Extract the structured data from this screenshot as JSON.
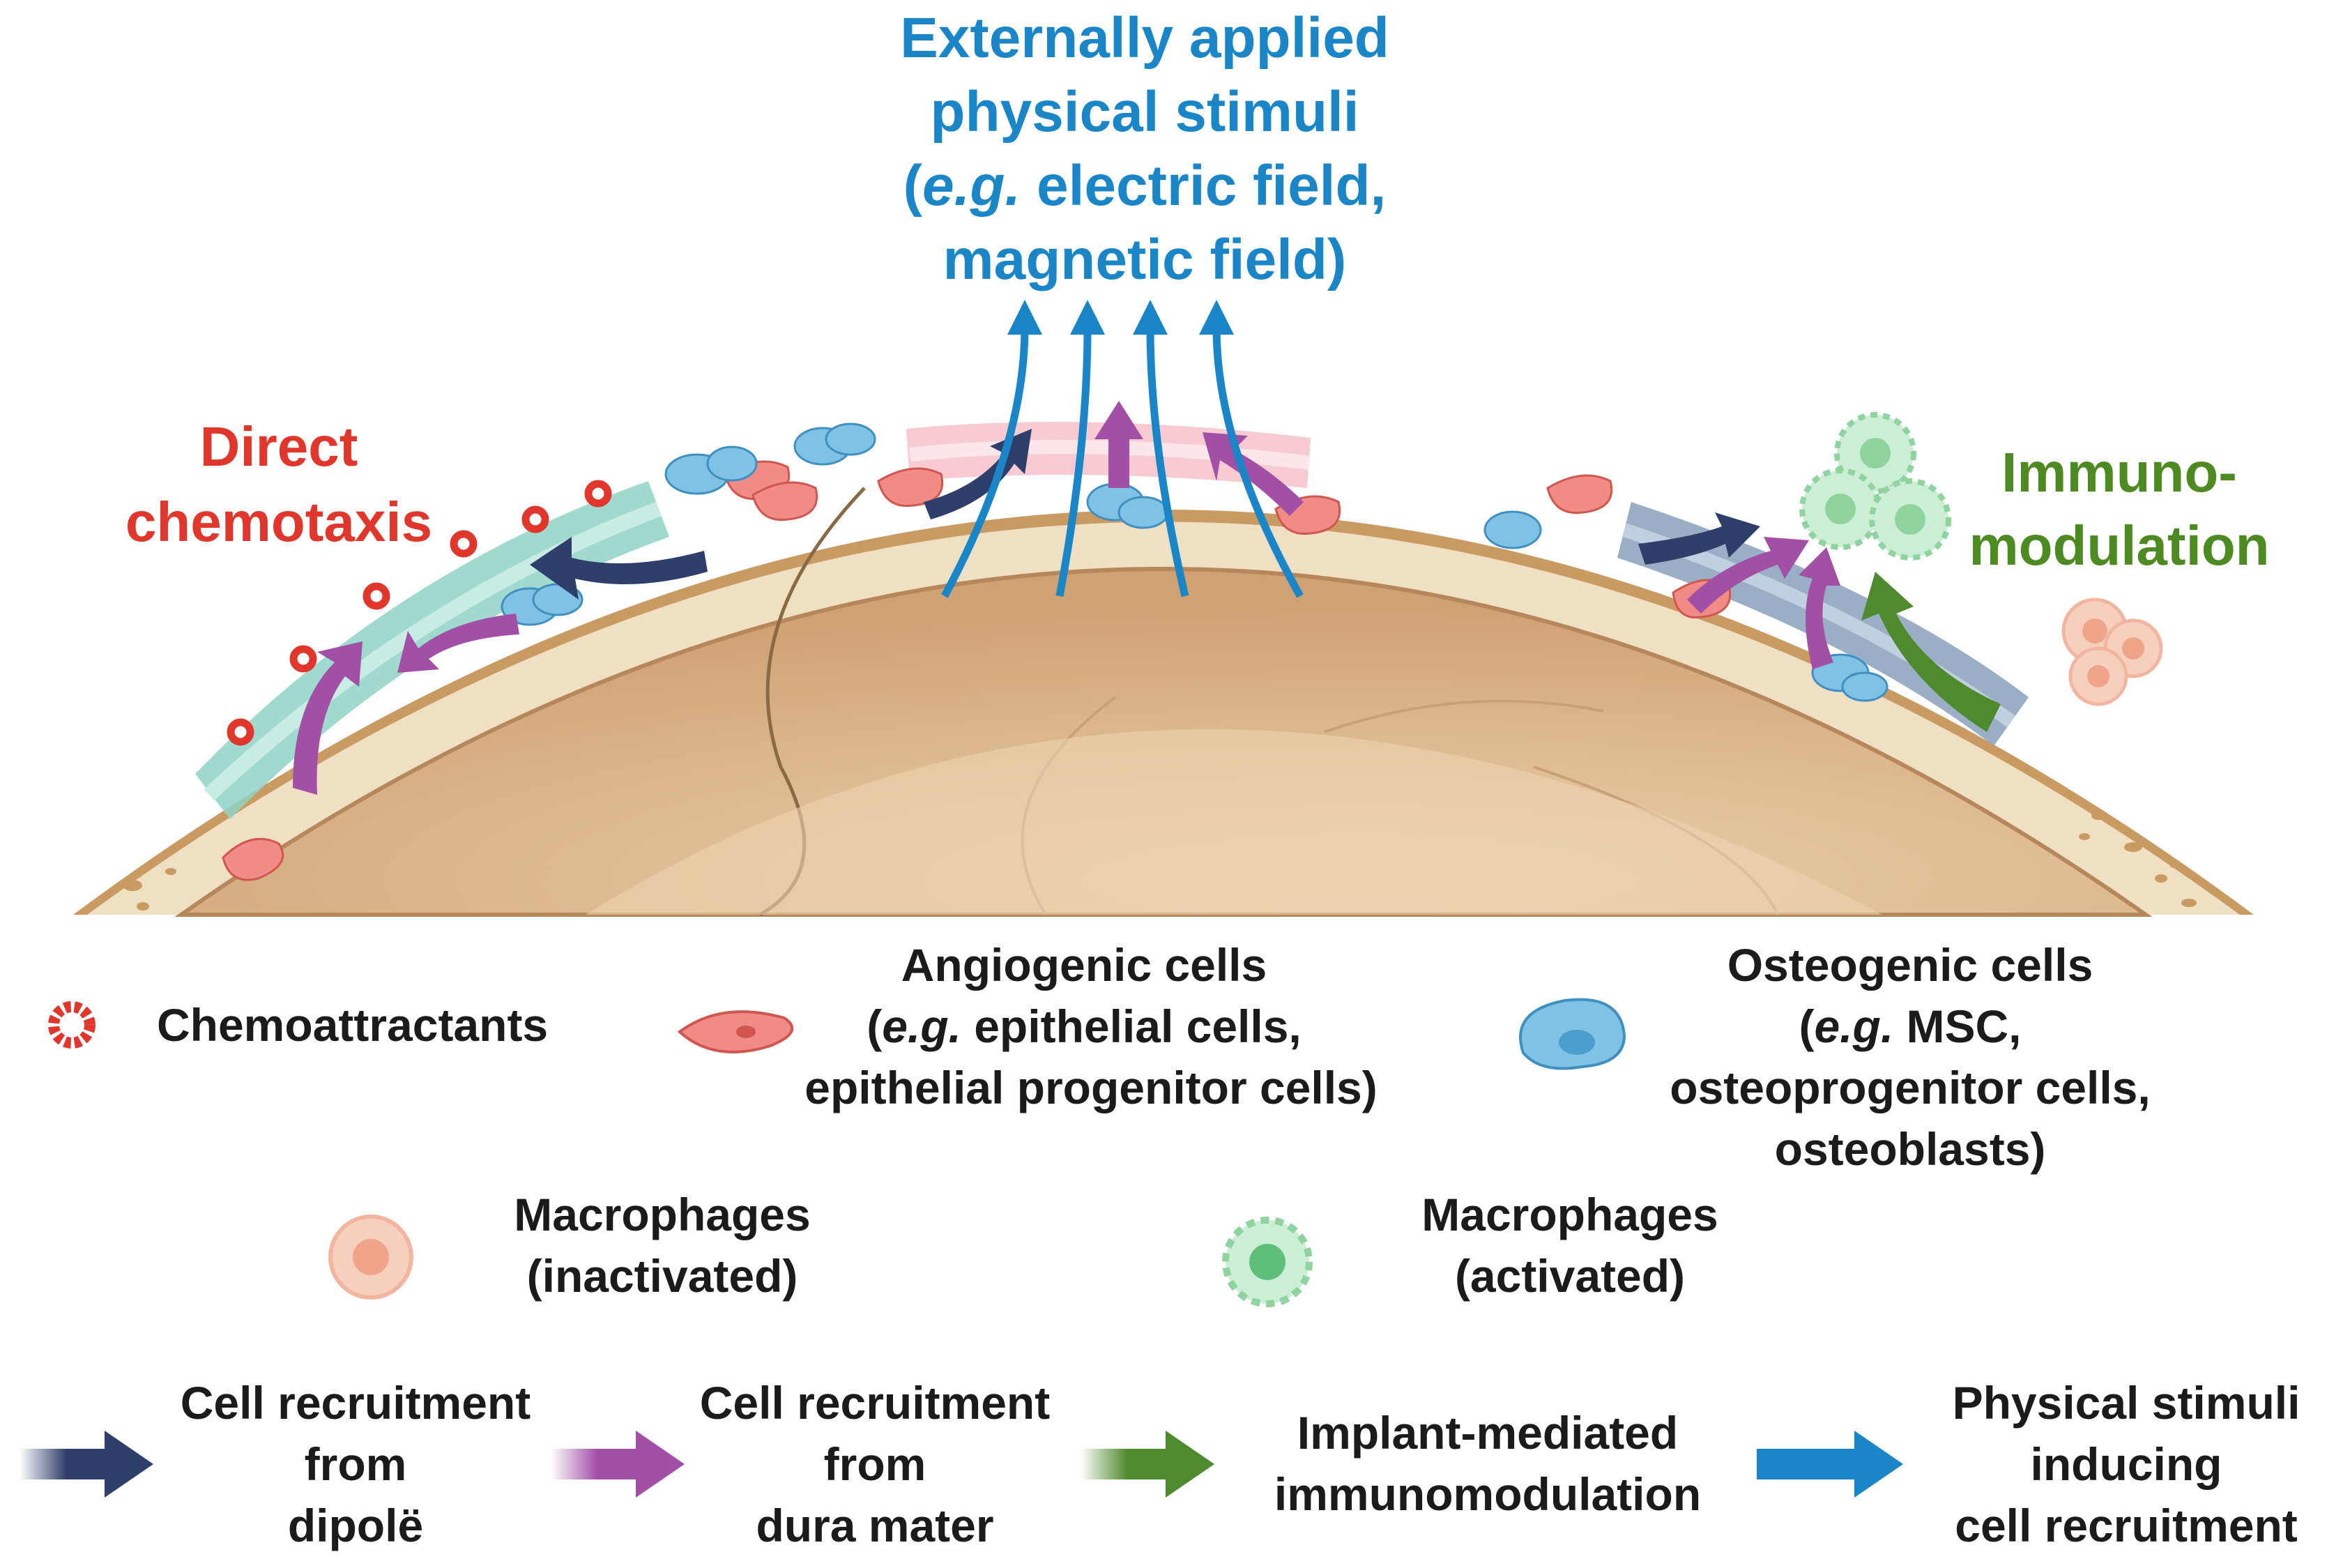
{
  "stimuli_title": {
    "line1": "Externally applied",
    "line2": "physical stimuli",
    "line3_open": "(",
    "line3_italic": "e.g.",
    "line3_rest": " electric field,",
    "line4": "magnetic field)"
  },
  "direct_chemotaxis": {
    "line1": "Direct",
    "line2": "chemotaxis"
  },
  "immunomodulation": {
    "line1": "Immuno-",
    "line2": "modulation"
  },
  "legend_cells": {
    "chemoattractants": "Chemoattractants",
    "angiogenic": {
      "line1": "Angiogenic cells",
      "line2_open": "(",
      "line2_italic": "e.g.",
      "line2_rest": " epithelial cells,",
      "line3": "epithelial progenitor cells)"
    },
    "osteogenic": {
      "line1": "Osteogenic cells",
      "line2_open": "(",
      "line2_italic": "e.g.",
      "line2_rest": " MSC,",
      "line3": "osteoprogenitor cells,",
      "line4": "osteoblasts)"
    },
    "macrophage_inactive": {
      "line1": "Macrophages",
      "line2": "(inactivated)"
    },
    "macrophage_active": {
      "line1": "Macrophages",
      "line2": "(activated)"
    }
  },
  "legend_arrows": {
    "dipole": {
      "line1": "Cell recruitment",
      "line2": "from",
      "line3": "dipolë"
    },
    "dura": {
      "line1": "Cell recruitment",
      "line2": "from",
      "line3": "dura mater"
    },
    "immuno": {
      "line1": "Implant-mediated",
      "line2": "immunomodulation"
    },
    "physical": {
      "line1": "Physical stimuli",
      "line2": "inducing",
      "line3": "cell recruitment"
    }
  },
  "colors": {
    "stimuli_blue": "#1a86c8",
    "chemotaxis_red": "#e0362c",
    "immuno_green": "#4d8a22",
    "dipole_navy": "#2f3f6b",
    "dura_purple": "#a24fa6",
    "implant_green": "#4f8a2e",
    "brain_tan": "#d4aa7d",
    "bone_cream": "#efe0c3"
  }
}
